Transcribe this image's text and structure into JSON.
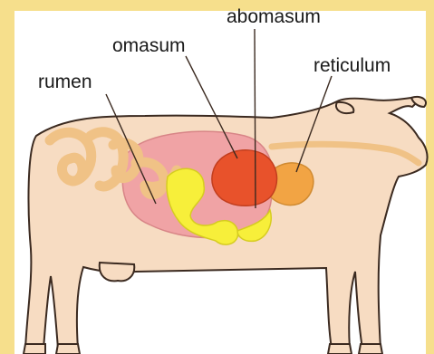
{
  "colors": {
    "frame": "#f6df8c",
    "body_fill": "#f7dcc2",
    "outline": "#3b2a20",
    "intestine": "#f0c286",
    "rumen": "#f0a3a5",
    "omasum": "#f7ef3a",
    "abomasum": "#e8522b",
    "reticulum": "#f2a444"
  },
  "labels": {
    "abomasum": "abomasum",
    "omasum": "omasum",
    "reticulum": "reticulum",
    "rumen": "rumen"
  }
}
